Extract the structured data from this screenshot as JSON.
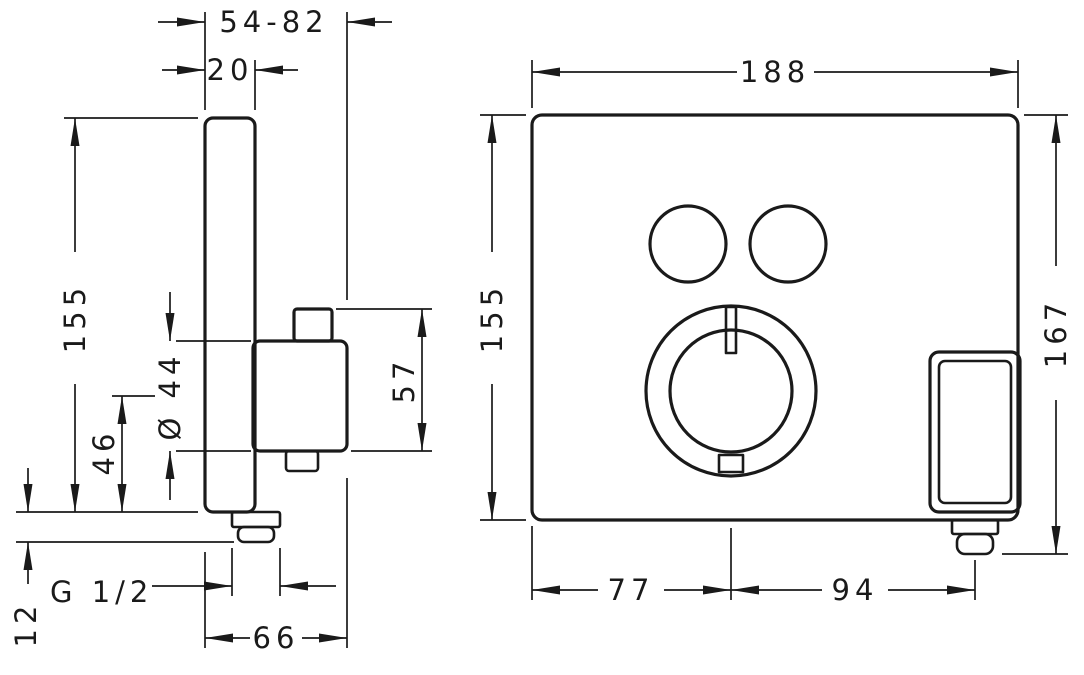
{
  "colors": {
    "ink": "#1a1a1a",
    "background": "#ffffff"
  },
  "dims": {
    "depth_range": "54-82",
    "plate_thickness": "20",
    "side_height": "155",
    "knob_diameter": "Ø 44",
    "center_to_bottom": "46",
    "handle_height": "57",
    "thread_size": "G 1/2",
    "outlet_projection": "12",
    "total_depth": "66",
    "front_width": "188",
    "front_height": "155",
    "total_height": "167",
    "knob_center_from_left": "77",
    "outlet_from_knob_center": "94"
  }
}
